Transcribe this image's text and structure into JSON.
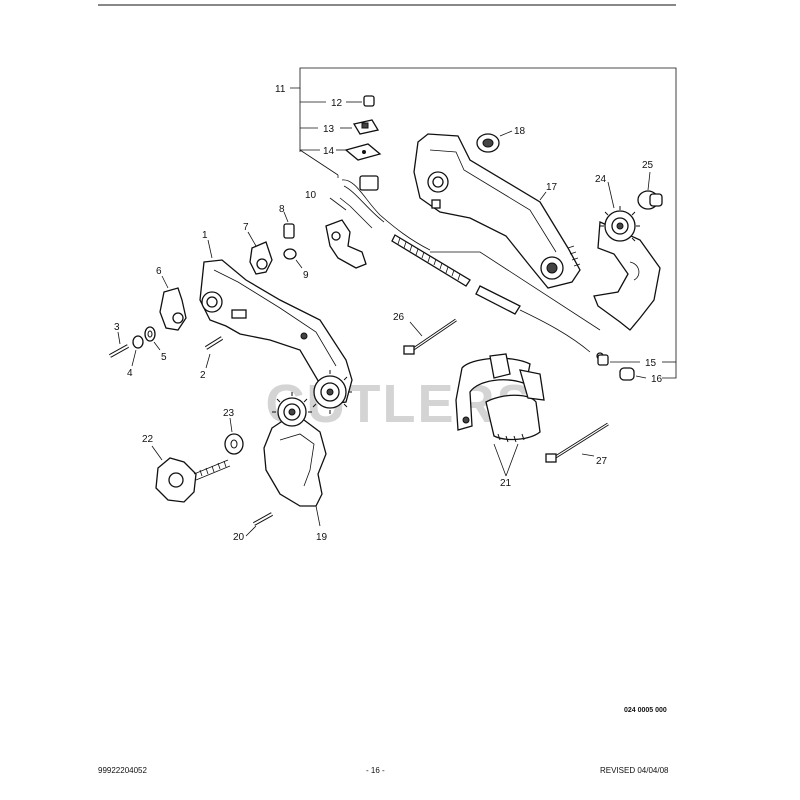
{
  "watermark": "CUTLERS",
  "callouts": [
    "1",
    "2",
    "3",
    "4",
    "5",
    "6",
    "7",
    "8",
    "9",
    "10",
    "11",
    "12",
    "13",
    "14",
    "15",
    "16",
    "17",
    "18",
    "19",
    "20",
    "21",
    "22",
    "23",
    "24",
    "25",
    "26",
    "27"
  ],
  "reference_code": "024 0005 000",
  "footer": {
    "part_number": "99922204052",
    "page_number": "- 16 -",
    "revised": "REVISED 04/04/08"
  }
}
